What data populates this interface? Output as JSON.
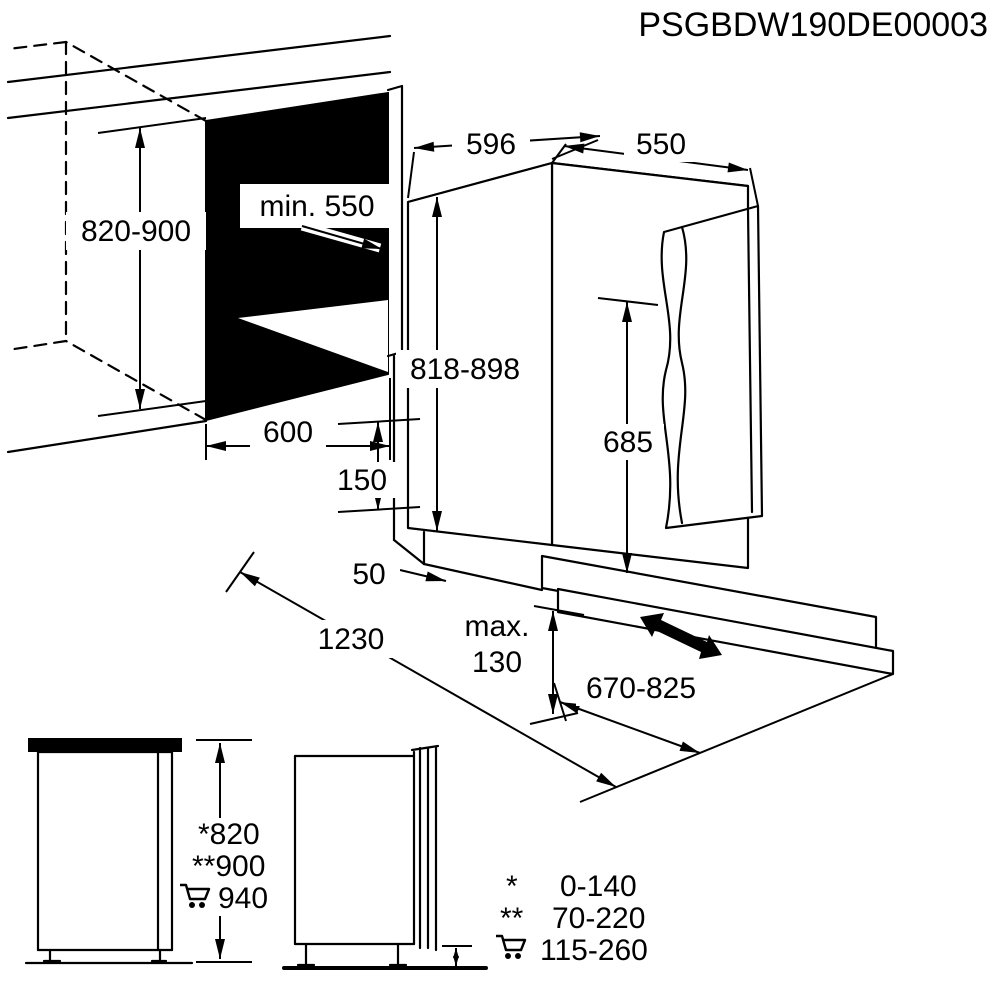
{
  "title": "PSGBDW190DE00003",
  "colors": {
    "line": "#000000",
    "background": "#ffffff"
  },
  "icons": {
    "cart": "shopping-trolley"
  },
  "dims": {
    "niche_height": "820-900",
    "niche_min_depth": "min. 550",
    "niche_width": "600",
    "appliance_width": "596",
    "appliance_depth": "550",
    "appliance_height": "818-898",
    "door_panel_height": "685",
    "plinth_adjust": "150",
    "plinth_gap": "50",
    "plinth_max_line1": "max.",
    "plinth_max_line2": "130",
    "open_door_depth": "1230",
    "door_slide_range": "670-825"
  },
  "side_views": {
    "total_height": {
      "star": "*820",
      "double_star": "**900",
      "cart": "940"
    },
    "adjust_range": {
      "star_sym": "*",
      "star_val": "0-140",
      "double_star_sym": "**",
      "double_star_val": "70-220",
      "cart_val": "115-260"
    }
  }
}
